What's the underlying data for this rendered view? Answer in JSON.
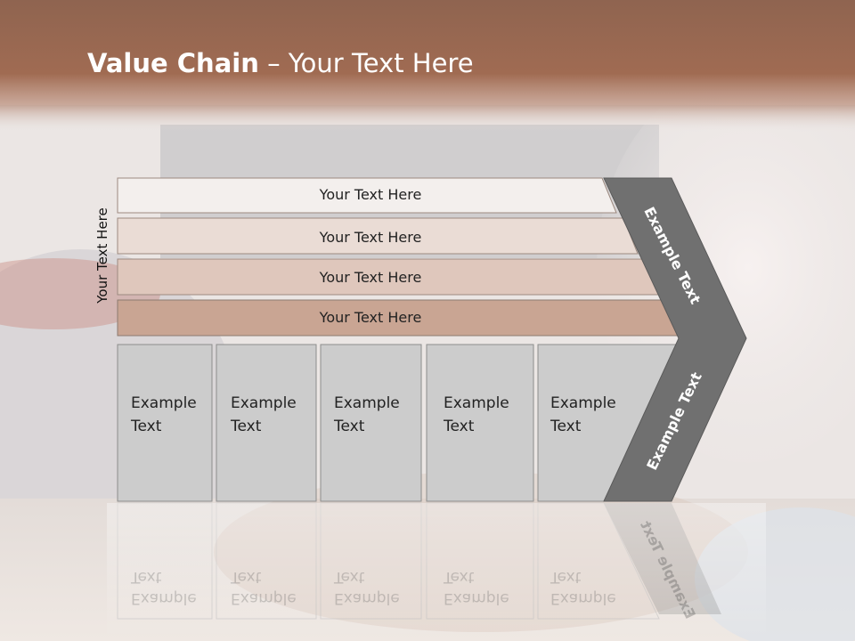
{
  "slide": {
    "title_bold": "Value Chain",
    "title_rest": " – Your Text Here",
    "side_label": "Your Text Here",
    "rows": [
      "Your Text Here",
      "Your Text Here",
      "Your Text Here",
      "Your Text Here"
    ],
    "cells": [
      {
        "line1": "Example",
        "line2": "Text"
      },
      {
        "line1": "Example",
        "line2": "Text"
      },
      {
        "line1": "Example",
        "line2": "Text"
      },
      {
        "line1": "Example",
        "line2": "Text"
      },
      {
        "line1": "Example",
        "line2": "Text"
      }
    ],
    "chevron_top": "Example Text",
    "chevron_bottom": "Example Text"
  },
  "colors": {
    "header": "#9a6a50",
    "row1": "#f3efed",
    "row2": "#eadcd5",
    "row3": "#dfc7bc",
    "row4": "#c9a593",
    "cell": "#cccccc",
    "chevron": "#707070"
  }
}
